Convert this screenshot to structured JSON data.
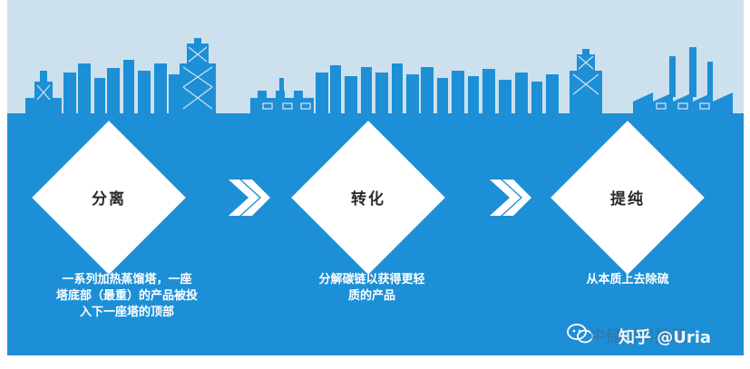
{
  "steps": [
    {
      "label": "分离",
      "desc": "一系列加热蒸馏塔，一座\n塔底部（最重）的产品被投\n入下一座塔的顶部"
    },
    {
      "label": "转化",
      "desc": "分解碳链以获得更轻\n质的产品"
    },
    {
      "label": "提纯",
      "desc": "从本质上去除硫"
    }
  ],
  "watermark": {
    "primary": "知乎 @Uria",
    "secondary": "中储新科技能"
  },
  "colors": {
    "panel_blue": "#1d8fd6",
    "sky": "#cde0ee",
    "diamond": "#ffffff",
    "chevron": "#ffffff"
  }
}
